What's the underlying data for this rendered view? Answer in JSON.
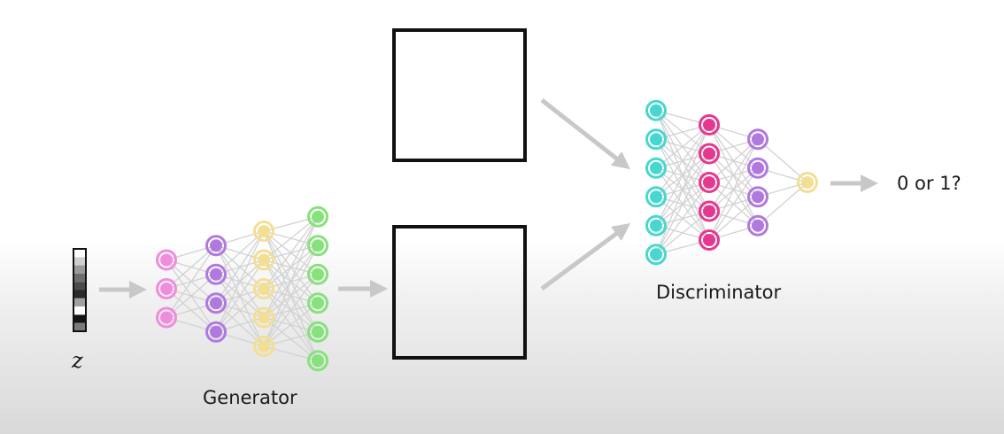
{
  "labels": {
    "z": "z",
    "generator": "Generator",
    "discriminator": "Discriminator",
    "output": "0 or 1?"
  },
  "latent_vector": {
    "cell_shades": [
      "#ffffff",
      "#cfcfcf",
      "#9a9a9a",
      "#6e6e6e",
      "#4a4a4a",
      "#2a2a2a",
      "#a0a0a0",
      "#ffffff",
      "#141414",
      "#7a7a7a"
    ]
  },
  "networks": {
    "generator": {
      "layers": [
        {
          "color": "#f08cdc",
          "nodes": 3
        },
        {
          "color": "#b079e0",
          "nodes": 4
        },
        {
          "color": "#f3df94",
          "nodes": 5
        },
        {
          "color": "#86e27a",
          "nodes": 6
        }
      ]
    },
    "discriminator": {
      "layers": [
        {
          "color": "#46d8cf",
          "nodes": 6
        },
        {
          "color": "#e5398f",
          "nodes": 5
        },
        {
          "color": "#b079e0",
          "nodes": 4
        },
        {
          "color": "#f3df94",
          "nodes": 1
        }
      ]
    }
  },
  "colors": {
    "arrow": "#c8c8c8",
    "connection": "#d2d2d2",
    "box_border": "#111111"
  },
  "icons": {
    "arrow": "arrow-right-icon"
  }
}
